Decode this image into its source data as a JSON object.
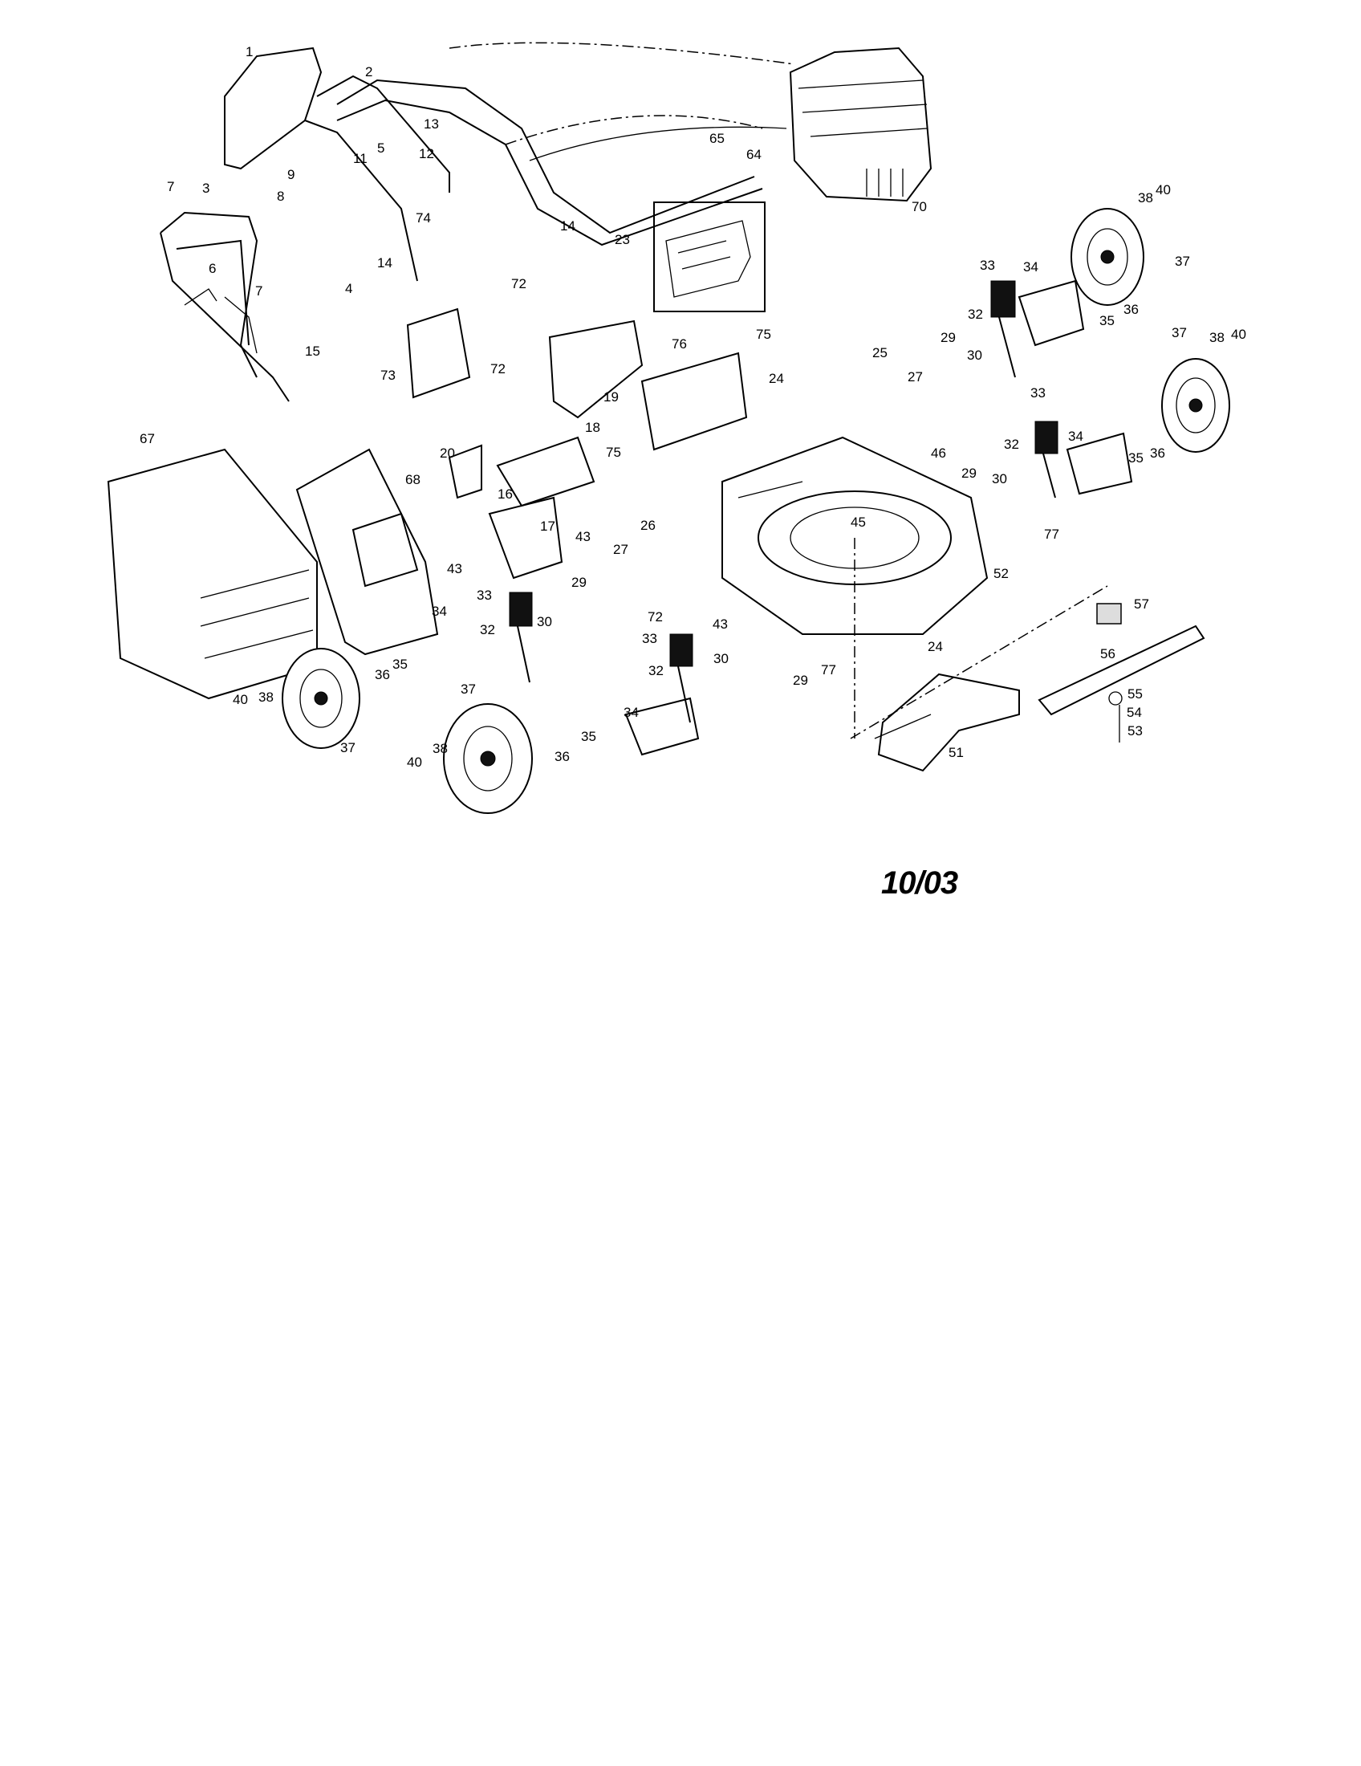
{
  "diagram": {
    "callouts": [
      {
        "id": "c1",
        "text": "1"
      },
      {
        "id": "c2",
        "text": "2"
      },
      {
        "id": "c3",
        "text": "3"
      },
      {
        "id": "c4",
        "text": "4"
      },
      {
        "id": "c5",
        "text": "5"
      },
      {
        "id": "c6",
        "text": "6"
      },
      {
        "id": "c7a",
        "text": "7"
      },
      {
        "id": "c7b",
        "text": "7"
      },
      {
        "id": "c8",
        "text": "8"
      },
      {
        "id": "c9",
        "text": "9"
      },
      {
        "id": "c11",
        "text": "11"
      },
      {
        "id": "c12",
        "text": "12"
      },
      {
        "id": "c13",
        "text": "13"
      },
      {
        "id": "c14a",
        "text": "14"
      },
      {
        "id": "c14b",
        "text": "14"
      },
      {
        "id": "c15",
        "text": "15"
      },
      {
        "id": "c16",
        "text": "16"
      },
      {
        "id": "c17",
        "text": "17"
      },
      {
        "id": "c18",
        "text": "18"
      },
      {
        "id": "c19",
        "text": "19"
      },
      {
        "id": "c20",
        "text": "20"
      },
      {
        "id": "c23",
        "text": "23"
      },
      {
        "id": "c24a",
        "text": "24"
      },
      {
        "id": "c24b",
        "text": "24"
      },
      {
        "id": "c25",
        "text": "25"
      },
      {
        "id": "c26",
        "text": "26"
      },
      {
        "id": "c27a",
        "text": "27"
      },
      {
        "id": "c27b",
        "text": "27"
      },
      {
        "id": "c29a",
        "text": "29"
      },
      {
        "id": "c29b",
        "text": "29"
      },
      {
        "id": "c29c",
        "text": "29"
      },
      {
        "id": "c29d",
        "text": "29"
      },
      {
        "id": "c30a",
        "text": "30"
      },
      {
        "id": "c30b",
        "text": "30"
      },
      {
        "id": "c30c",
        "text": "30"
      },
      {
        "id": "c30d",
        "text": "30"
      },
      {
        "id": "c32a",
        "text": "32"
      },
      {
        "id": "c32b",
        "text": "32"
      },
      {
        "id": "c32c",
        "text": "32"
      },
      {
        "id": "c32d",
        "text": "32"
      },
      {
        "id": "c33a",
        "text": "33"
      },
      {
        "id": "c33b",
        "text": "33"
      },
      {
        "id": "c33c",
        "text": "33"
      },
      {
        "id": "c33d",
        "text": "33"
      },
      {
        "id": "c34a",
        "text": "34"
      },
      {
        "id": "c34b",
        "text": "34"
      },
      {
        "id": "c34c",
        "text": "34"
      },
      {
        "id": "c34d",
        "text": "34"
      },
      {
        "id": "c35a",
        "text": "35"
      },
      {
        "id": "c35b",
        "text": "35"
      },
      {
        "id": "c35c",
        "text": "35"
      },
      {
        "id": "c35d",
        "text": "35"
      },
      {
        "id": "c36a",
        "text": "36"
      },
      {
        "id": "c36b",
        "text": "36"
      },
      {
        "id": "c36c",
        "text": "36"
      },
      {
        "id": "c36d",
        "text": "36"
      },
      {
        "id": "c37a",
        "text": "37"
      },
      {
        "id": "c37b",
        "text": "37"
      },
      {
        "id": "c37c",
        "text": "37"
      },
      {
        "id": "c37d",
        "text": "37"
      },
      {
        "id": "c38a",
        "text": "38"
      },
      {
        "id": "c38b",
        "text": "38"
      },
      {
        "id": "c38c",
        "text": "38"
      },
      {
        "id": "c38d",
        "text": "38"
      },
      {
        "id": "c40a",
        "text": "40"
      },
      {
        "id": "c40b",
        "text": "40"
      },
      {
        "id": "c40c",
        "text": "40"
      },
      {
        "id": "c40d",
        "text": "40"
      },
      {
        "id": "c43a",
        "text": "43"
      },
      {
        "id": "c43b",
        "text": "43"
      },
      {
        "id": "c43c",
        "text": "43"
      },
      {
        "id": "c45",
        "text": "45"
      },
      {
        "id": "c46",
        "text": "46"
      },
      {
        "id": "c51",
        "text": "51"
      },
      {
        "id": "c52",
        "text": "52"
      },
      {
        "id": "c53",
        "text": "53"
      },
      {
        "id": "c54",
        "text": "54"
      },
      {
        "id": "c55",
        "text": "55"
      },
      {
        "id": "c56",
        "text": "56"
      },
      {
        "id": "c57",
        "text": "57"
      },
      {
        "id": "c64",
        "text": "64"
      },
      {
        "id": "c65",
        "text": "65"
      },
      {
        "id": "c67",
        "text": "67"
      },
      {
        "id": "c68",
        "text": "68"
      },
      {
        "id": "c70",
        "text": "70"
      },
      {
        "id": "c72a",
        "text": "72"
      },
      {
        "id": "c72b",
        "text": "72"
      },
      {
        "id": "c72c",
        "text": "72"
      },
      {
        "id": "c73",
        "text": "73"
      },
      {
        "id": "c74",
        "text": "74"
      },
      {
        "id": "c75a",
        "text": "75"
      },
      {
        "id": "c75b",
        "text": "75"
      },
      {
        "id": "c76",
        "text": "76"
      },
      {
        "id": "c77a",
        "text": "77"
      },
      {
        "id": "c77b",
        "text": "77"
      }
    ]
  },
  "footer": {
    "code": "10/03"
  }
}
